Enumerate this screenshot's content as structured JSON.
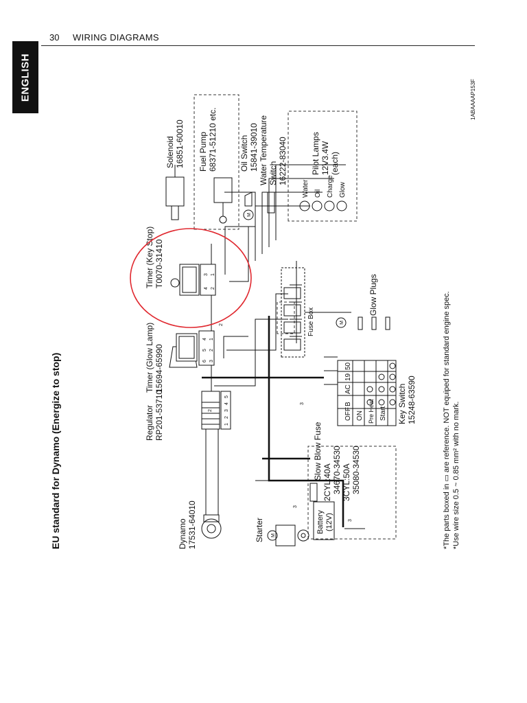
{
  "header": {
    "page_number": "30",
    "section": "WIRING DIAGRAMS",
    "side_tab": "ENGLISH"
  },
  "diagram": {
    "title": "EU standard for Dynamo (Energize to stop)",
    "code": "1ABAAAAP153F",
    "notes": [
      "*The parts boxed in ▭ are reference. NOT equiped for standard engine spec.",
      "*Use wire size 0.5 ~ 0.85 mm² with no mark."
    ],
    "components": {
      "solenoid": [
        "Solenoid",
        "16851-60010"
      ],
      "fuel_pump": [
        "Fuel Pump",
        "68371-51210 etc."
      ],
      "oil_switch": [
        "Oil Switch",
        "15841-39010"
      ],
      "water_temp": [
        "Water Temperature",
        "Switch",
        "16222-83040"
      ],
      "pilot_lamps": [
        "Pilot Lamps",
        "12V3.4W",
        "(each)"
      ],
      "timer_key_stop": [
        "Timer (Key Stop)",
        "T0070-31410"
      ],
      "timer_glow": [
        "Timer (Glow Lamp)",
        "15694-65990"
      ],
      "regulator": [
        "Regulator",
        "RP201-53710"
      ],
      "dynamo": [
        "Dynamo",
        "17531-64010"
      ],
      "starter": [
        "Starter"
      ],
      "battery": [
        "Battery",
        "(12V)"
      ],
      "slow_blow_fuse": [
        "Slow Blow Fuse",
        "2CYL:40A",
        "34670-34530",
        "3CYL:50A",
        "35080-34530"
      ],
      "key_switch": [
        "Key Switch",
        "15248-63590"
      ],
      "glow_plugs": [
        "Glow Plugs"
      ],
      "fuse_box": [
        "Fuse Box"
      ]
    },
    "lamps": [
      "Water",
      "Oil",
      "Charge",
      "Glow"
    ],
    "key_switch_table": {
      "columns": [
        "B",
        "AC",
        "19",
        "50"
      ],
      "rows": [
        "OFF",
        "ON",
        "Pre Heat",
        "Start"
      ]
    },
    "wire_marks": [
      "2",
      "2",
      "3",
      "3",
      "3"
    ],
    "pin_labels": {
      "regulator": [
        "1",
        "2",
        "3",
        "4",
        "5"
      ],
      "timer_glow": [
        "6",
        "5",
        "4",
        "3",
        "2",
        "1"
      ],
      "timer_key": [
        "4",
        "3",
        "2",
        "1"
      ]
    },
    "symbols": {
      "motor": "M"
    },
    "highlight_color": "#e0282f"
  }
}
